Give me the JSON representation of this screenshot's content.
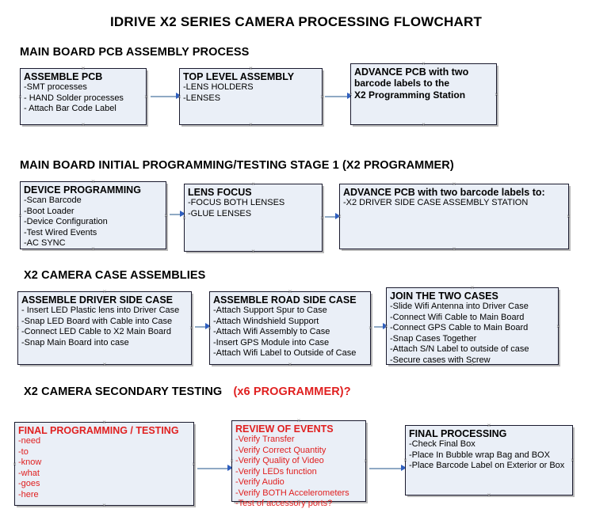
{
  "document": {
    "title": "IDRIVE X2  SERIES CAMERA PROCESSING FLOWCHART"
  },
  "colors": {
    "box_fill": "#eaeff7",
    "box_border": "#1a1a2e",
    "connector": "#8fa9c4",
    "arrow": "#2f5fbf",
    "red_text": "#e02020",
    "black_text": "#000000"
  },
  "sections": [
    {
      "heading": "MAIN BOARD PCB ASSEMBLY PROCESS",
      "heading_suffix": "",
      "nodes": [
        {
          "title": "ASSEMBLE PCB",
          "lines": [
            "-SMT processes",
            "- HAND Solder processes",
            "- Attach Bar Code Label"
          ]
        },
        {
          "title": "TOP LEVEL ASSEMBLY",
          "lines": [
            "-LENS HOLDERS",
            "-LENSES"
          ]
        },
        {
          "title": "ADVANCE PCB with two",
          "lines": [
            "barcode labels to the",
            " X2 Programming Station"
          ]
        }
      ]
    },
    {
      "heading": "MAIN BOARD INITIAL PROGRAMMING/TESTING STAGE 1 (X2 PROGRAMMER)",
      "heading_suffix": "",
      "nodes": [
        {
          "title": "DEVICE PROGRAMMING",
          "lines": [
            "-Scan Barcode",
            "-Boot Loader",
            "-Device Configuration",
            "-Test Wired Events",
            "-AC SYNC"
          ]
        },
        {
          "title": "LENS FOCUS",
          "lines": [
            "-FOCUS BOTH LENSES",
            "-GLUE LENSES"
          ]
        },
        {
          "title": "ADVANCE PCB with two barcode labels to:",
          "lines": [
            "-X2 DRIVER  SIDE  CASE  ASSEMBLY STATION"
          ]
        }
      ]
    },
    {
      "heading": "X2 CAMERA CASE ASSEMBLIES",
      "heading_suffix": "",
      "nodes": [
        {
          "title": "ASSEMBLE DRIVER SIDE CASE",
          "lines": [
            "- Insert LED Plastic lens into Driver Case",
            "-Snap LED Board with Cable into Case",
            "-Connect LED Cable to X2 Main Board",
            "-Snap Main Board into case"
          ]
        },
        {
          "title": "ASSEMBLE ROAD SIDE CASE",
          "lines": [
            "-Attach Support Spur to Case",
            "-Attach Windshield Support",
            "-Attach Wifi Assembly to Case",
            "-Insert GPS Module into Case",
            "-Attach Wifi Label to Outside of Case"
          ]
        },
        {
          "title": "JOIN THE TWO CASES",
          "lines": [
            "-Slide Wifi Antenna into Driver Case",
            "-Connect Wifi Cable to Main Board",
            "-Connect GPS Cable to Main Board",
            "-Snap Cases Together",
            "-Attach S/N Label to outside of case",
            "-Secure cases with Screw"
          ]
        }
      ]
    },
    {
      "heading": "X2 CAMERA SECONDARY TESTING",
      "heading_suffix": "(x6 PROGRAMMER)?",
      "nodes": [
        {
          "title": "FINAL PROGRAMMING / TESTING",
          "lines": [
            "-need",
            "-to",
            "-know",
            "-what",
            "-goes",
            "-here"
          ]
        },
        {
          "title": "REVIEW OF EVENTS",
          "lines": [
            "-Verify Transfer",
            "-Verify Correct Quantity",
            "-Verify Quality of Video",
            "-Verify LEDs function",
            "-Verify Audio",
            "-Verify BOTH Accelerometers",
            "-Test of accessory ports?"
          ]
        },
        {
          "title": "FINAL PROCESSING",
          "lines": [
            " -Check Final Box",
            "-Place In Bubble wrap Bag and BOX",
            "-Place Barcode Label on Exterior or Box"
          ]
        }
      ]
    }
  ]
}
